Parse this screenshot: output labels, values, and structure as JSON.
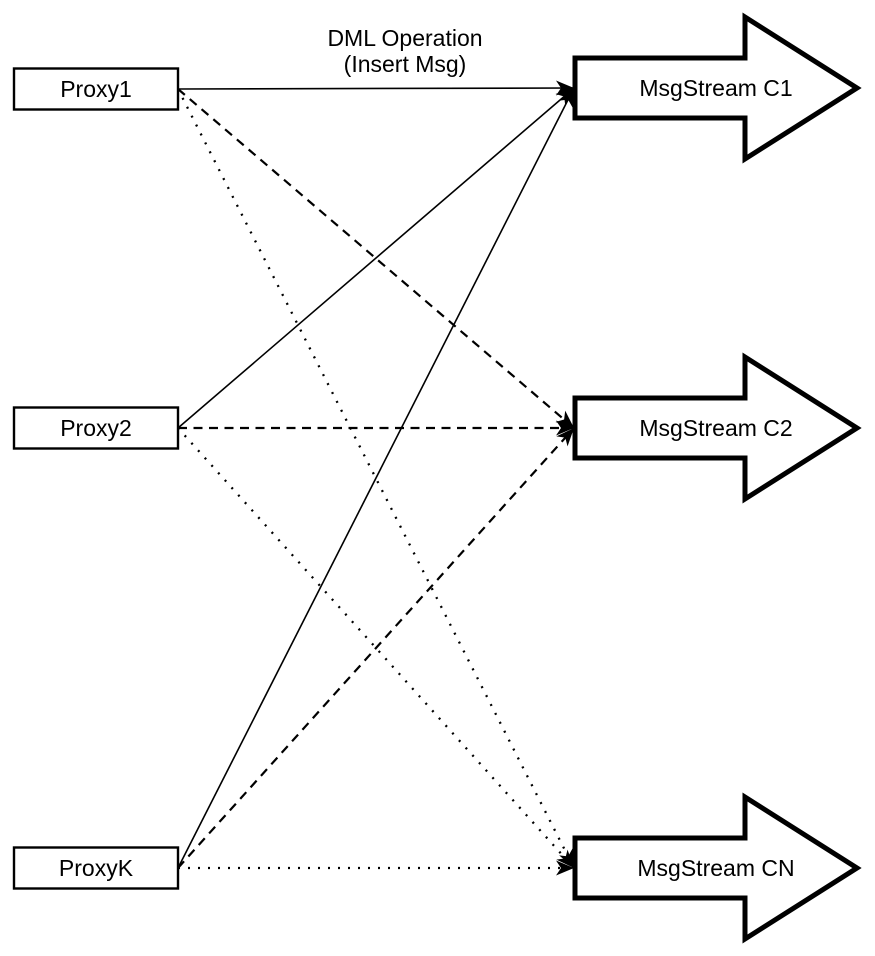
{
  "diagram": {
    "dml_label": {
      "line1": "DML Operation",
      "line2": "(Insert Msg)"
    },
    "proxies": [
      {
        "label": "Proxy1"
      },
      {
        "label": "Proxy2"
      },
      {
        "label": "ProxyK"
      }
    ],
    "streams": [
      {
        "label": "MsgStream C1",
        "line_style": "solid"
      },
      {
        "label": "MsgStream C2",
        "line_style": "dashed"
      },
      {
        "label": "MsgStream CN",
        "line_style": "dotted"
      }
    ],
    "connections": [
      {
        "from": "Proxy1",
        "to": "MsgStream C1",
        "style": "solid"
      },
      {
        "from": "Proxy1",
        "to": "MsgStream C2",
        "style": "dashed"
      },
      {
        "from": "Proxy1",
        "to": "MsgStream CN",
        "style": "dotted"
      },
      {
        "from": "Proxy2",
        "to": "MsgStream C1",
        "style": "solid"
      },
      {
        "from": "Proxy2",
        "to": "MsgStream C2",
        "style": "dashed"
      },
      {
        "from": "Proxy2",
        "to": "MsgStream CN",
        "style": "dotted"
      },
      {
        "from": "ProxyK",
        "to": "MsgStream C1",
        "style": "solid"
      },
      {
        "from": "ProxyK",
        "to": "MsgStream C2",
        "style": "dashed"
      },
      {
        "from": "ProxyK",
        "to": "MsgStream CN",
        "style": "dotted"
      }
    ],
    "colors": {
      "stroke": "#000000",
      "fill": "#ffffff"
    }
  }
}
